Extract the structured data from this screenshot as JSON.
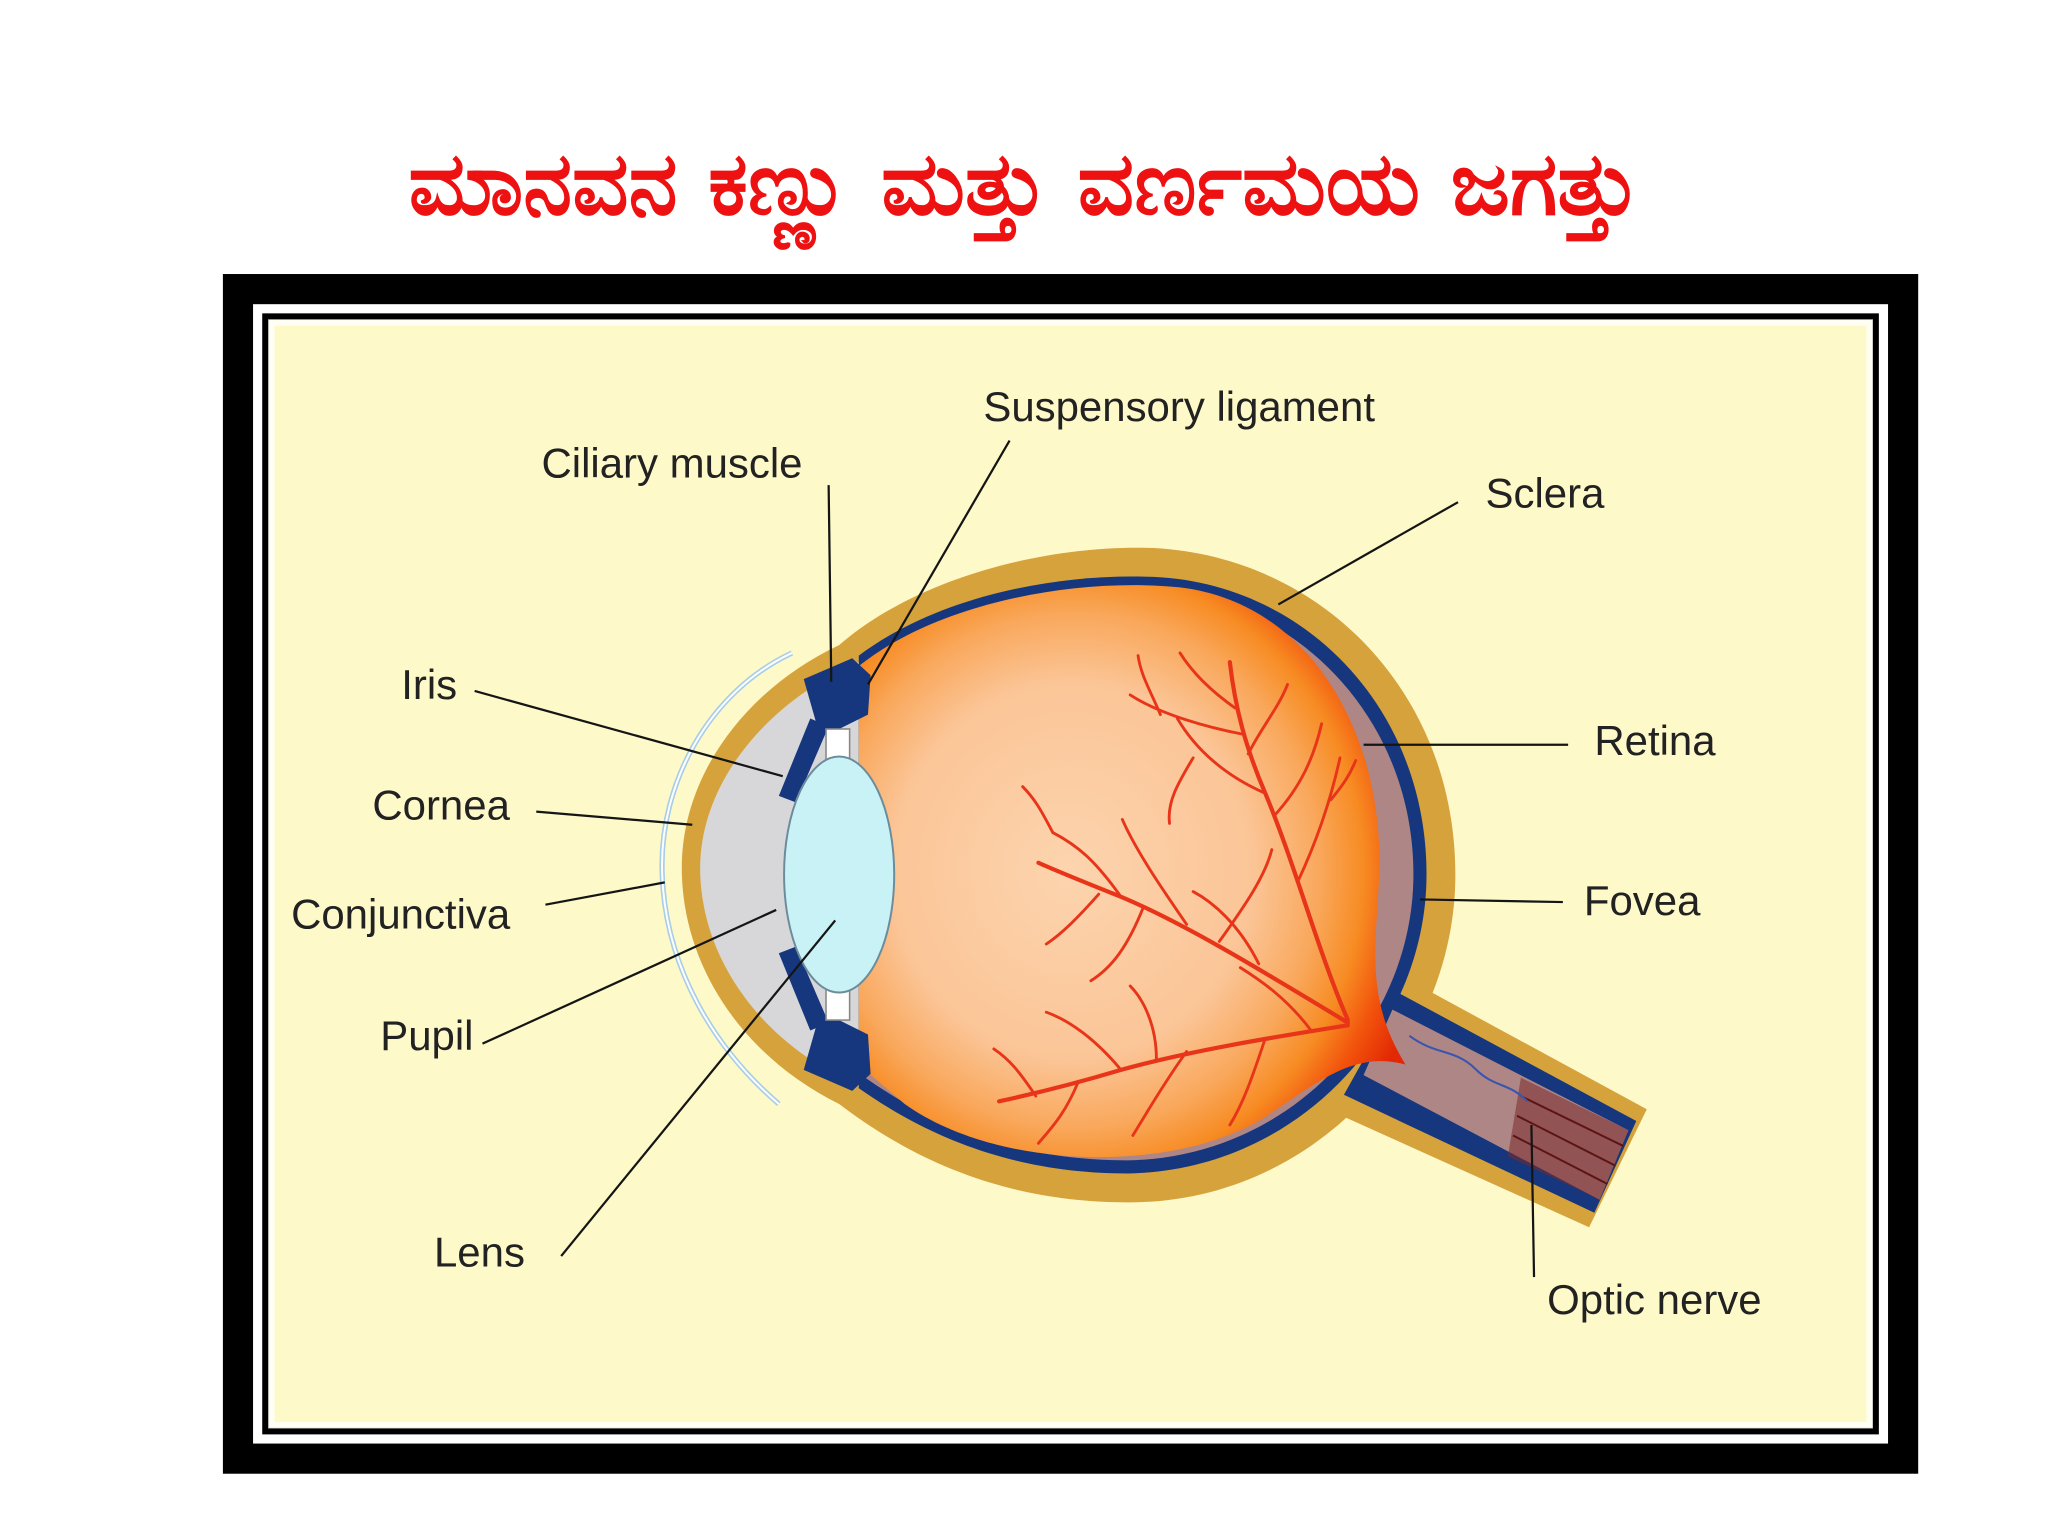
{
  "title": "ಮಾನವನ ಕಣ್ಣು ಮತ್ತು ವರ್ಣಮಯ ಜಗತ್ತು",
  "diagram": {
    "labels": {
      "suspensory_ligament": "Suspensory ligament",
      "ciliary_muscle": "Ciliary muscle",
      "sclera": "Sclera",
      "iris": "Iris",
      "retina": "Retina",
      "cornea": "Cornea",
      "fovea": "Fovea",
      "conjunctiva": "Conjunctiva",
      "pupil": "Pupil",
      "lens": "Lens",
      "optic_nerve": "Optic nerve"
    }
  },
  "colors": {
    "title": "#ee1111",
    "frame": "#000000",
    "panel": "#fdf9c9",
    "sclera": "#d6a23c",
    "choroid": "#16377d",
    "retina": "#ae8686",
    "lens": "#c8f2f6",
    "vessels": "#e8351a"
  }
}
